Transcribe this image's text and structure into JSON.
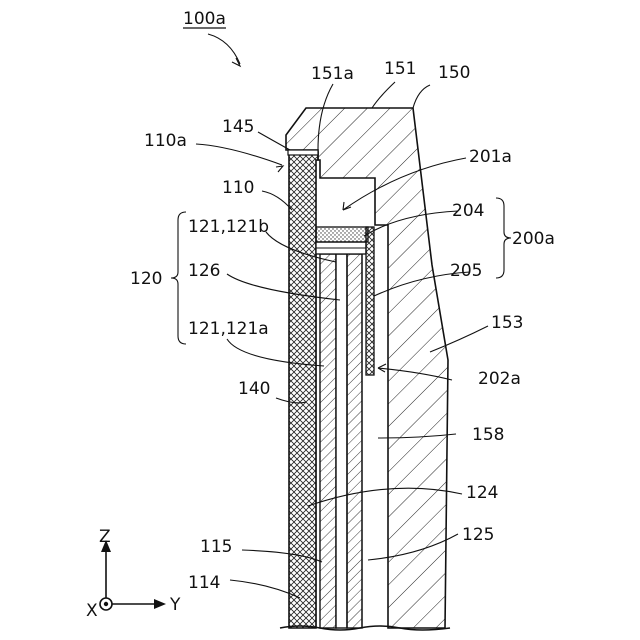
{
  "figure": {
    "title_ref": "100a"
  },
  "labels": {
    "l151a": "151a",
    "l151": "151",
    "l150": "150",
    "l145": "145",
    "l110a": "110a",
    "l110": "110",
    "l201a": "201a",
    "l204": "204",
    "l200a": "200a",
    "l121b": "121,121b",
    "l120": "120",
    "l126": "126",
    "l205": "205",
    "l153": "153",
    "l121a": "121,121a",
    "l202a": "202a",
    "l140": "140",
    "l158": "158",
    "l124": "124",
    "l125": "125",
    "l115": "115",
    "l114": "114"
  },
  "axes": {
    "z": "Z",
    "y": "Y",
    "x": "X"
  }
}
